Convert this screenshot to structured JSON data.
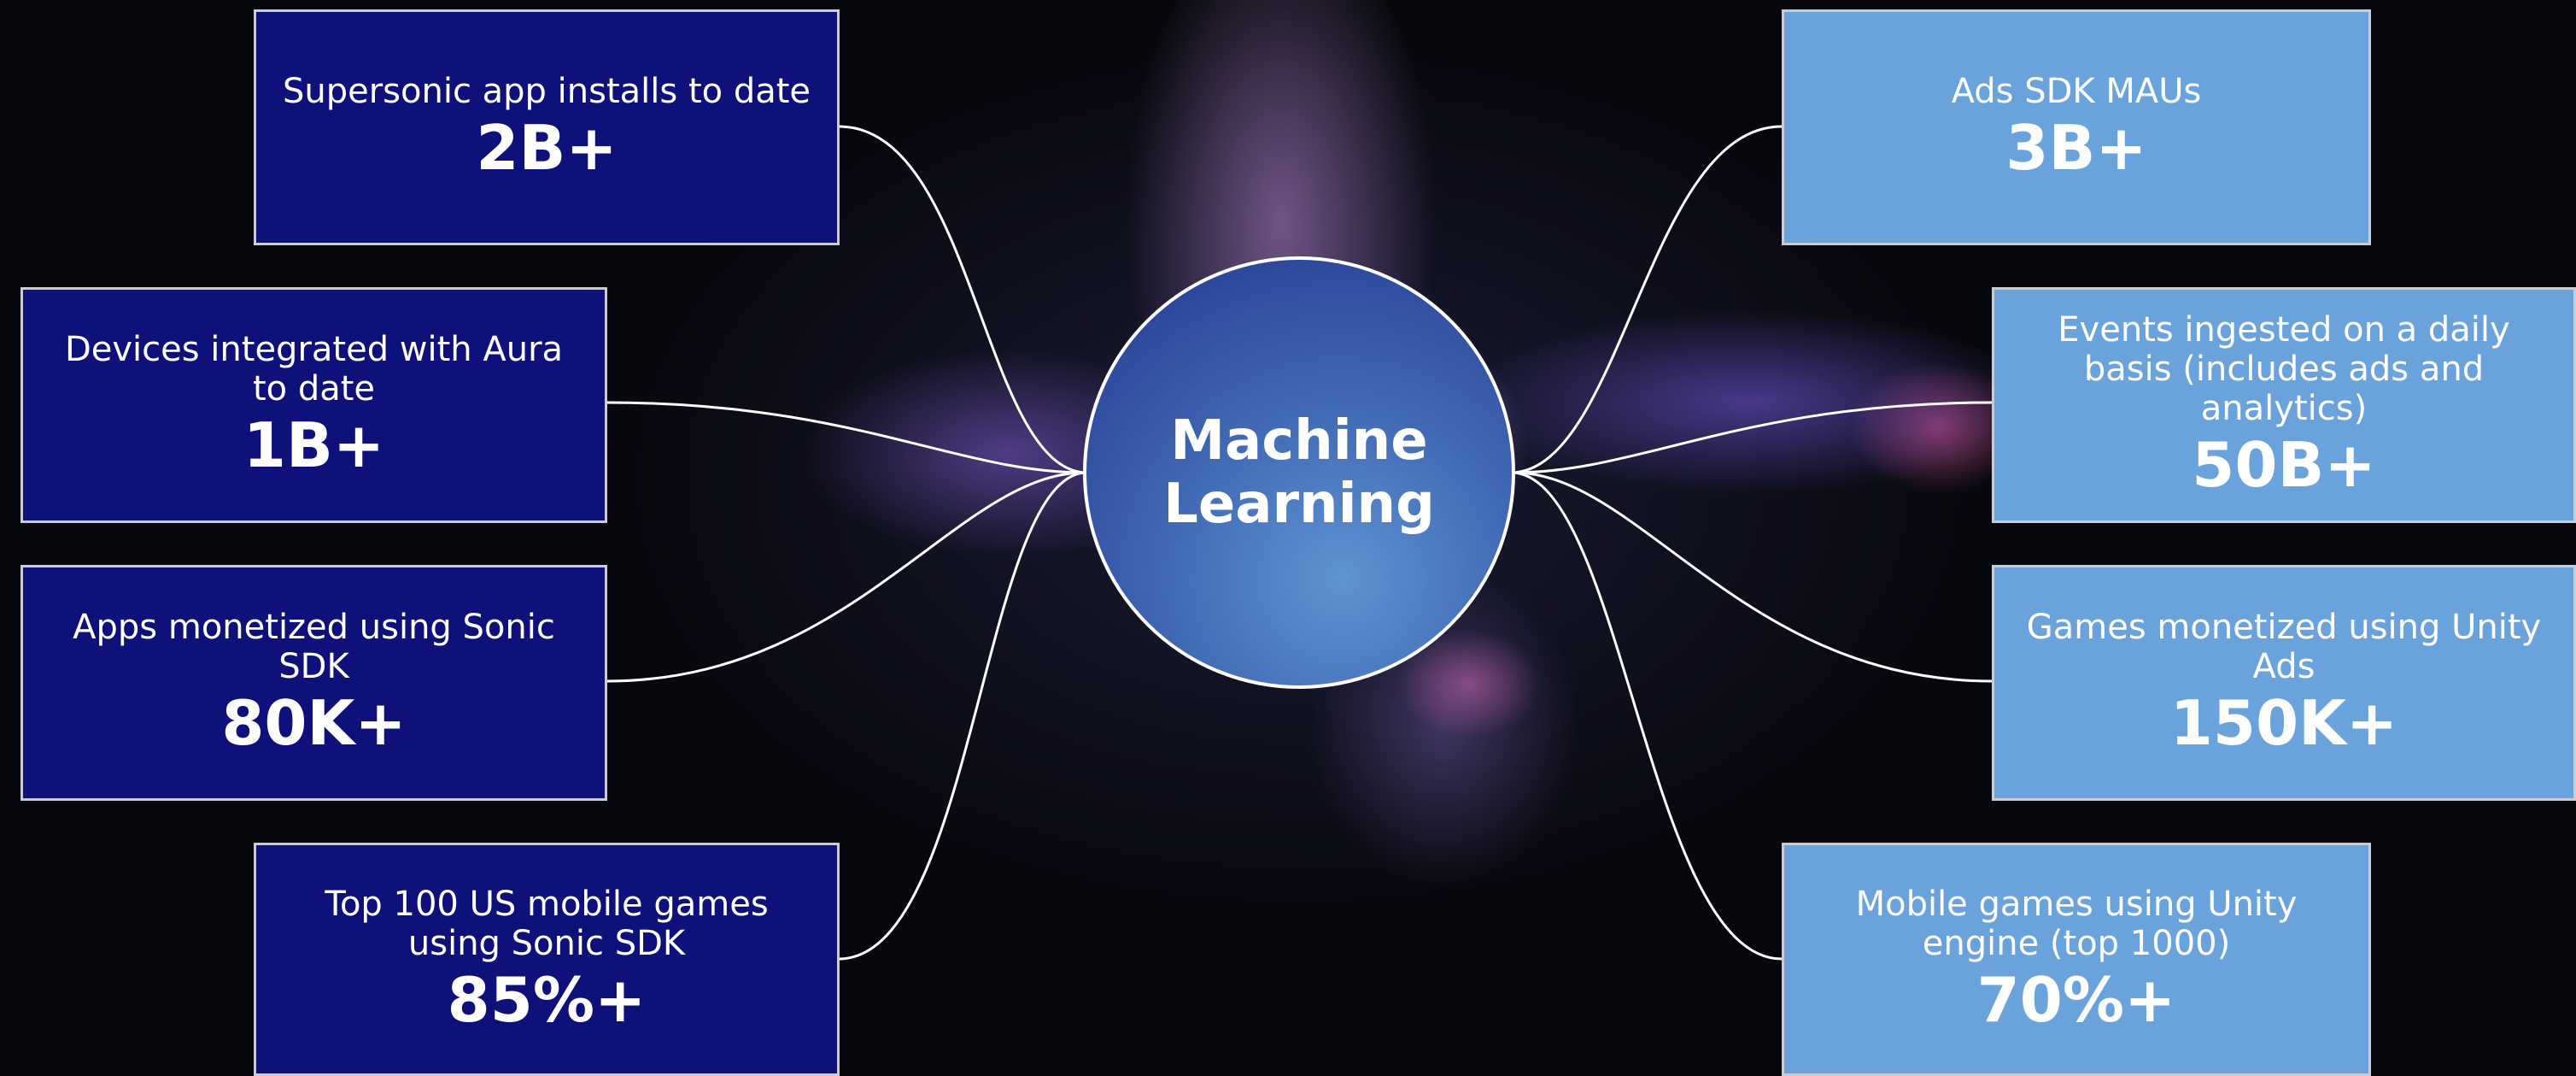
{
  "hub": {
    "title": "Machine Learning"
  },
  "left_stats": [
    {
      "label": "Supersonic app installs to date",
      "value": "2B+"
    },
    {
      "label": "Devices integrated with Aura to date",
      "value": "1B+"
    },
    {
      "label": "Apps monetized using Sonic SDK",
      "value": "80K+"
    },
    {
      "label": "Top 100 US mobile games using Sonic SDK",
      "value": "85%+"
    }
  ],
  "right_stats": [
    {
      "label": "Ads SDK MAUs",
      "value": "3B+"
    },
    {
      "label": "Events ingested on a daily basis (includes ads and analytics)",
      "value": "50B+"
    },
    {
      "label": "Games monetized using Unity Ads",
      "value": "150K+"
    },
    {
      "label": "Mobile games using Unity engine (top 1000)",
      "value": "70%+"
    }
  ],
  "colors": {
    "left_box": "#0f117a",
    "right_box": "#6aa3dc",
    "hub_gradient": [
      "#5f93d3",
      "#23368e"
    ],
    "connector": "#ffffff",
    "background": "#07080d"
  }
}
